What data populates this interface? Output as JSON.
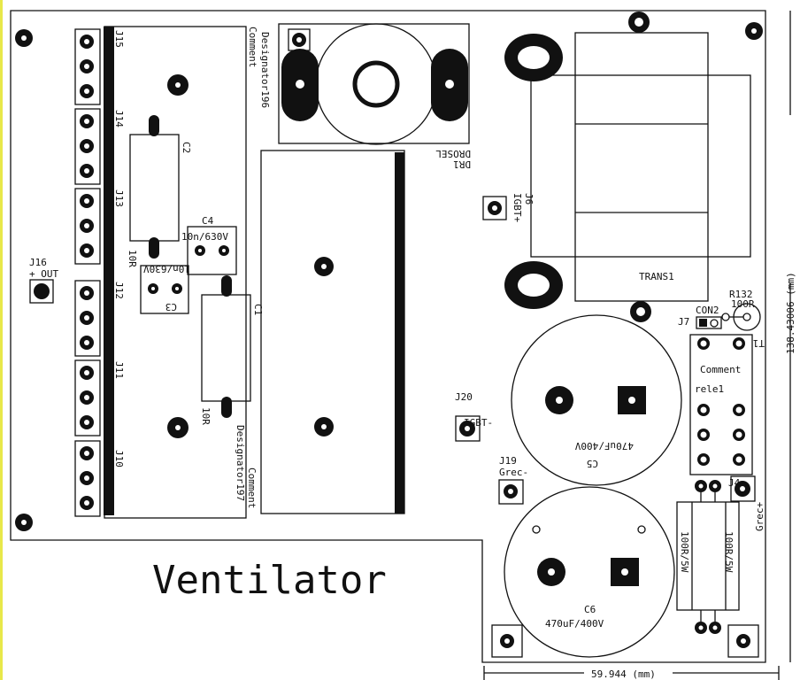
{
  "title": "Ventilator",
  "dimensions": {
    "width": "59.944 (mm)",
    "height": "138.43006 (mm)"
  },
  "connectors": [
    "J15",
    "J14",
    "J13",
    "J12",
    "J11",
    "J10"
  ],
  "labels": {
    "j16": "J16",
    "j16_net": "+ OUT",
    "c2": "C2",
    "c4": "C4",
    "c4_val": "10n/630V",
    "r_top_val": "10R",
    "c3_val": "10n/630V",
    "c3": "C3",
    "c1": "C1",
    "r_bot_val": "10R",
    "des197": "Designator197",
    "comment197": "Comment",
    "des196": "Designator196",
    "comment196": "Comment",
    "dr1": "DR1",
    "drosel": "DROSEL",
    "j6": "J6",
    "j6_net": "IGBT+",
    "trans1": "TRANS1",
    "r132": "R132",
    "r132_val": "100R",
    "con2": "CON2",
    "j7": "J7",
    "t1": "T1",
    "rele_comment": "Comment",
    "rele1": "rele1",
    "j20": "J20",
    "j20_net": "IGBT-",
    "c5": "C5",
    "c5_val": "470uF/400V",
    "j19": "J19",
    "j19_net": "Grec-",
    "j4": "J4",
    "j4_net": "Grec+",
    "res1_val": "100R/5W",
    "res2_val": "100R/5W",
    "c6": "C6",
    "c6_val": "470uF/400V"
  }
}
